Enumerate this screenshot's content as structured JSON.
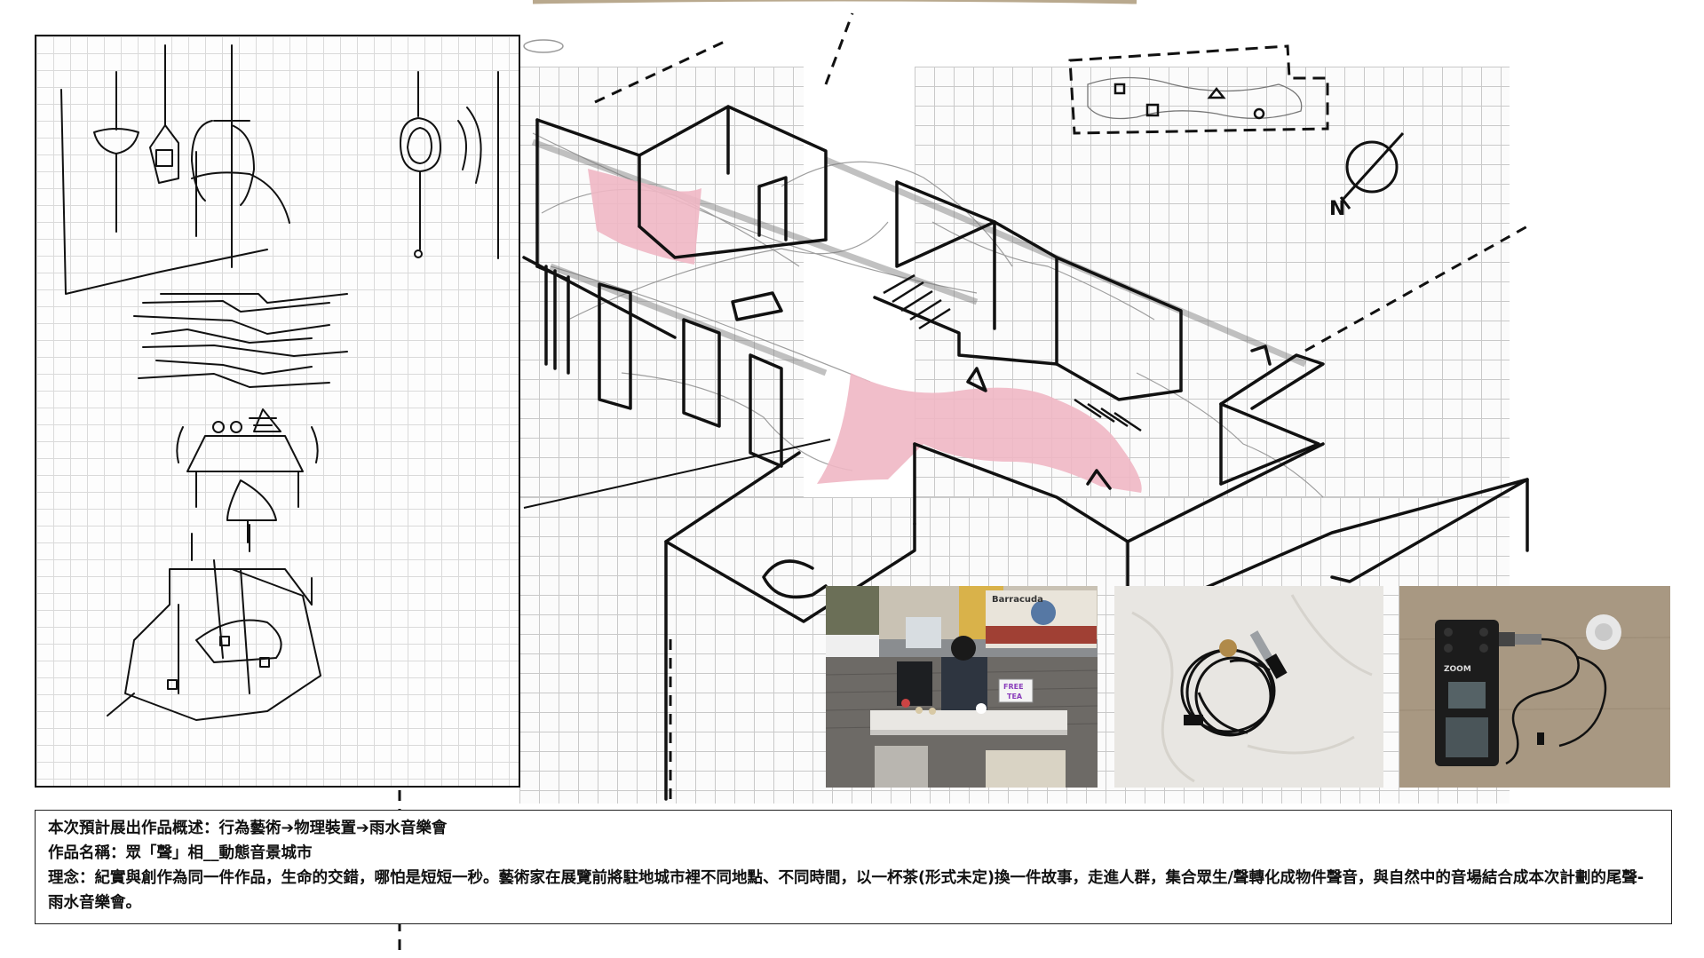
{
  "description": {
    "overview": "本次預計展出作品概述：行為藝術➔物理裝置➔雨水音樂會",
    "title": "作品名稱：眾「聲」相__動態音景城市",
    "concept": "理念：紀實與創作為同一件作品，生命的交錯，哪怕是短短一秒。藝術家在展覽前將駐地城市裡不同地點、不同時間，以一杯茶(形式未定)換一件故事，走進人群，集合眾生/聲轉化成物件聲音，與自然中的音場結合成本次計劃的尾聲-雨水音樂會。"
  },
  "sketch": {
    "north_label": "N"
  },
  "photo_market": {
    "van_sign": "Barracuda",
    "tea_sign_line1": "FREE",
    "tea_sign_line2": "TEA"
  },
  "photo_recorder": {
    "brand": "ZOOM"
  },
  "colors": {
    "pink_fabric": "#f0b7c4",
    "ink": "#111111",
    "grid": "#c9c9c9"
  }
}
